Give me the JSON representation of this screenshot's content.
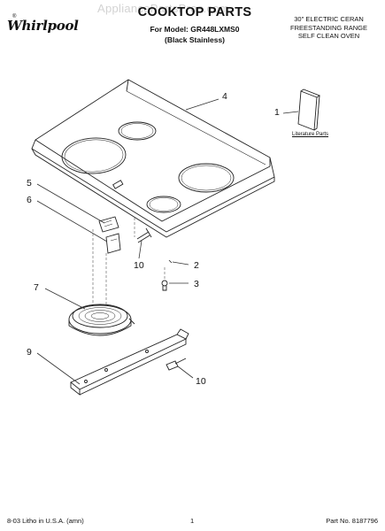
{
  "header": {
    "brand": "Whirlpool",
    "brand_mark": "®",
    "title": "COOKTOP PARTS",
    "watermark": "AppliancePartsPros.com",
    "model_line": "For Model: GR448LXMS0",
    "variant_line": "(Black Stainless)",
    "spec_lines": [
      "30\" ELECTRIC CERAN",
      "FREESTANDING RANGE",
      "SELF CLEAN OVEN"
    ]
  },
  "literature": {
    "label": "Literature Parts"
  },
  "callouts": [
    "1",
    "2",
    "3",
    "4",
    "5",
    "6",
    "7",
    "9",
    "10",
    "10"
  ],
  "footer": {
    "left": "8-03 Litho in U.S.A. (amn)",
    "page": "1",
    "part_no": "Part No. 8187796"
  },
  "colors": {
    "line": "#222222",
    "leader": "#333333",
    "watermark": "#d3d3d3"
  }
}
